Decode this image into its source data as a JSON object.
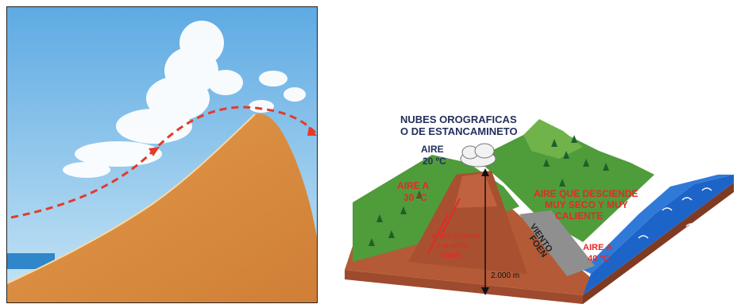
{
  "colors": {
    "sky_top": "#6fb3e6",
    "sky_bottom": "#bfe0f3",
    "mountain": "#d88a3e",
    "mountain_dark": "#b96e2c",
    "arrow": "#e53a2a",
    "sea": "#1d64c8",
    "grass": "#4e9b3a",
    "soil": "#9e4a2e",
    "text_dark": "#24305e",
    "text_red": "#e22a2a"
  },
  "diagram": {
    "cloud_title_line1": "NUBES OROGRAFICAS",
    "cloud_title_line2": "O DE ESTANCAMINETO",
    "air_top_line1": "AIRE",
    "air_top_line2": "20 ºC",
    "air_left_line1": "AIRE A",
    "air_left_line2": "30 ºC",
    "windward_note_line1": "El aire asciende",
    "windward_note_line2": "y se enfría",
    "windward_note_line3": "rápido",
    "descending_air_line1": "AIRE QUE DESCIENDE",
    "descending_air_line2": "MUY SECO Y MUY",
    "descending_air_line3": "CALIENTE",
    "wind_label_line1": "VIENTO",
    "wind_label_line2": "FOEN",
    "air_right_line1": "AIRE A",
    "air_right_line2": "40 ºC",
    "height_label": "2.000 m"
  }
}
